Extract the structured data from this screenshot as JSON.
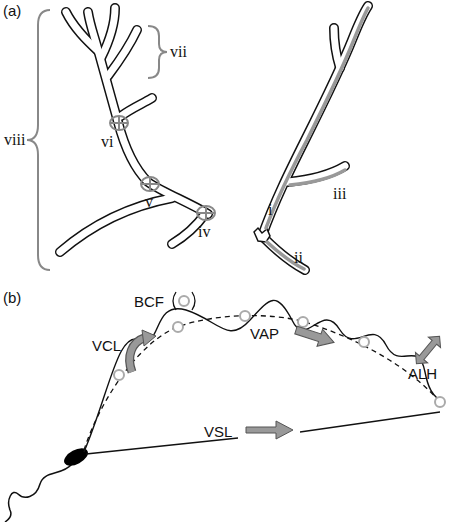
{
  "diagram": {
    "labels": [
      "(a)",
      "vii",
      "viii",
      "i",
      "iii",
      "vi",
      "v",
      "iv",
      "ii",
      "(b)",
      "VCL",
      "VAP",
      "ALH",
      "VSL"
    ],
    "legend": [
      {
        "text": "BCF"
      }
    ]
  }
}
